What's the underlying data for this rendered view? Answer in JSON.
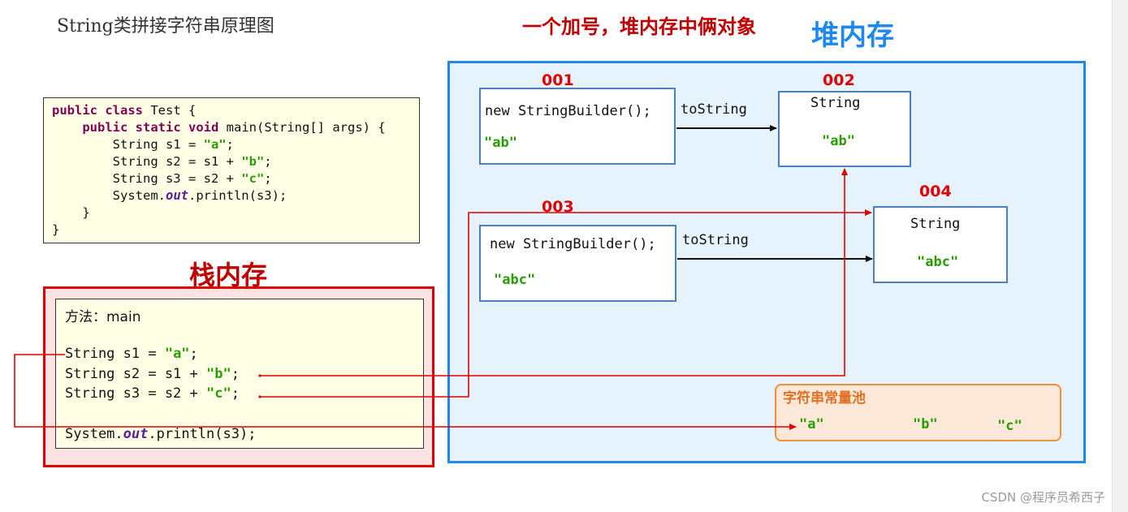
{
  "title": "String类拼接字符串原理图",
  "headline": "一个加号，堆内存中俩对象",
  "heap_label": "堆内存",
  "stack_label": "栈内存",
  "code": {
    "l1": {
      "kw1": "public",
      "kw2": "class",
      "rest": " Test {"
    },
    "l2": {
      "indent": "    ",
      "kw1": "public",
      "kw2": "static",
      "kw3": "void",
      "rest": " main(String[] args) {"
    },
    "l3": {
      "pre": "        String s1 = ",
      "str": "\"a\"",
      "post": ";"
    },
    "l4": {
      "pre": "        String s2 = s1 + ",
      "str": "\"b\"",
      "post": ";"
    },
    "l5": {
      "pre": "        String s3 = s2 + ",
      "str": "\"c\"",
      "post": ";"
    },
    "l6": {
      "pre": "        System.",
      "field": "out",
      "post": ".println(s3);"
    },
    "l7": "    }",
    "l8": "}"
  },
  "stack": {
    "method": "方法：main",
    "s1": {
      "pre": "String s1 = ",
      "str": "\"a\"",
      "post": ";"
    },
    "s2": {
      "pre": "String s2 = s1 + ",
      "str": "\"b\"",
      "post": ";"
    },
    "s3": {
      "pre": "String s3 = s2 + ",
      "str": "\"c\"",
      "post": ";"
    },
    "print": {
      "pre": "System.",
      "field": "out",
      "post": ".println(s3);"
    }
  },
  "heap": {
    "obj001": {
      "addr": "001",
      "code": "new StringBuilder();",
      "value": "\"ab\""
    },
    "obj002": {
      "addr": "002",
      "type": "String",
      "value": "\"ab\""
    },
    "obj003": {
      "addr": "003",
      "code": "new StringBuilder();",
      "value": "\"abc\""
    },
    "obj004": {
      "addr": "004",
      "type": "String",
      "value": "\"abc\""
    },
    "tostring1": "toString",
    "tostring2": "toString"
  },
  "pool": {
    "title": "字符串常量池",
    "items": [
      "\"a\"",
      "\"b\"",
      "\"c\""
    ]
  },
  "watermark": "CSDN @程序员希西子",
  "colors": {
    "heap_border": "#1e88f0",
    "stack_border": "#e00000",
    "pool_border": "#f0903c",
    "string_literal": "#2a9b00",
    "address": "#e00000",
    "arrow_red": "#e00000"
  }
}
